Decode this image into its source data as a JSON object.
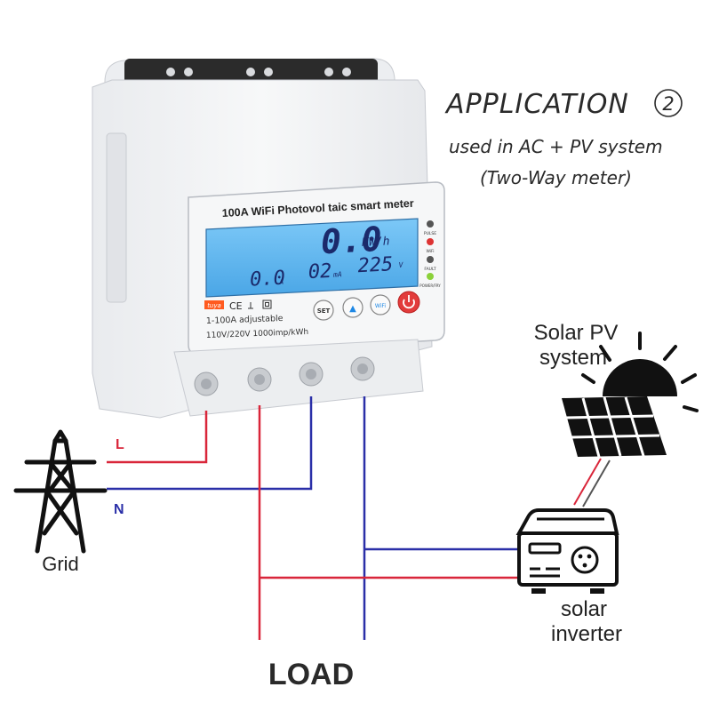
{
  "header": {
    "title": "APPLICATION",
    "title_marker": "2",
    "subtitle_line1": "used in AC + PV system",
    "subtitle_line2": "(Two-Way meter)"
  },
  "meter": {
    "product_label": "100A WiFi Photovol taic smart meter",
    "display": {
      "energy_value": "0.0",
      "energy_unit": "KW/h",
      "current_value": "0.0",
      "current_unit": "A",
      "small_value": "02",
      "small_unit": "mA",
      "voltage_value": "225",
      "voltage_unit": "V"
    },
    "indicators": [
      "PULSE",
      "WiFi",
      "FAULT",
      "POWER/FRY"
    ],
    "brand_badge": "tuya",
    "cert_marks": "CE",
    "spec_line1": "1-100A adjustable",
    "spec_line2": "110V/220V 1000imp/kWh",
    "buttons": {
      "set": "SET",
      "up": "▲",
      "wifi": "WiFi"
    }
  },
  "labels": {
    "live": "L",
    "neutral": "N",
    "grid": "Grid",
    "solar_pv_line1": "Solar PV",
    "solar_pv_line2": "system",
    "inverter_line1": "solar",
    "inverter_line2": "inverter",
    "load": "LOAD"
  },
  "colors": {
    "live_wire": "#d9263a",
    "neutral_wire": "#2a2fa8",
    "lcd_background": "#5fb6ef",
    "lcd_text": "#1b2a6b",
    "power_button": "#e23b3b",
    "icon_stroke": "#111111"
  }
}
